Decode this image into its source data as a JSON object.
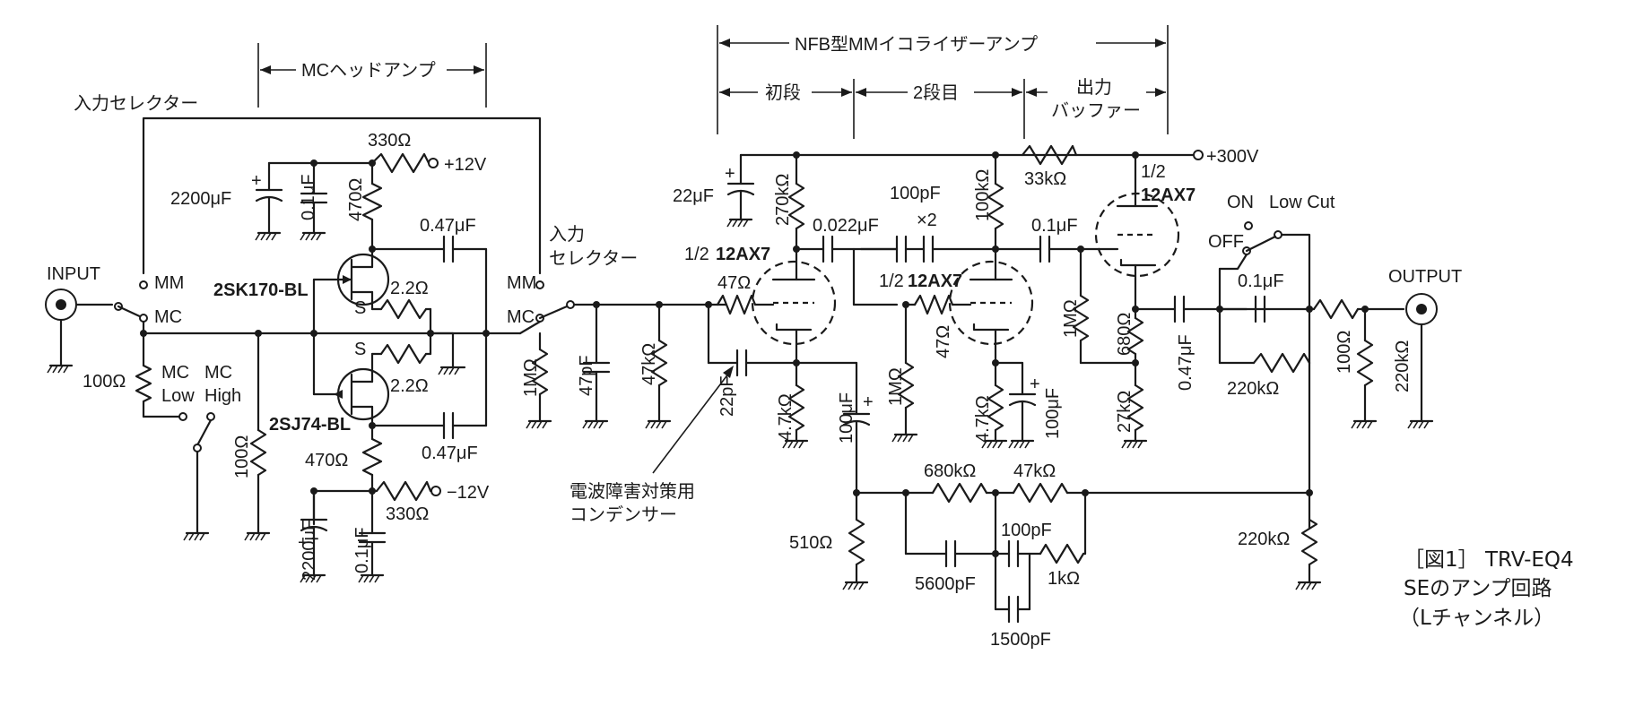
{
  "sections": {
    "mc_head_amp": "MCヘッドアンプ",
    "nfb_eq_amp": "NFB型MMイコライザーアンプ",
    "first_stage": "初段",
    "second_stage": "2段目",
    "output_buffer_1": "出力",
    "output_buffer_2": "バッファー",
    "input_selector_top": "入力セレクター",
    "input_selector_mid_1": "入力",
    "input_selector_mid_2": "セレクター"
  },
  "io": {
    "input": "INPUT",
    "output": "OUTPUT",
    "mm": "MM",
    "mc": "MC",
    "mm2": "MM",
    "mc2": "MC",
    "mc_low_1": "MC",
    "mc_low_2": "Low",
    "mc_high_1": "MC",
    "mc_high_2": "High",
    "on": "ON",
    "off": "OFF",
    "low_cut": "Low Cut",
    "s1": "S",
    "s2": "S"
  },
  "supplies": {
    "pos12": "+12V",
    "neg12": "−12V",
    "hv": "+300V"
  },
  "devices": {
    "q1": "2SK170-BL",
    "q2": "2SJ74-BL",
    "v1_a": "1/2",
    "v1_b": "12AX7",
    "v2_a": "1/2",
    "v2_b": "12AX7",
    "v3_a": "1/2",
    "v3_b": "12AX7"
  },
  "components": {
    "r330_top": "330Ω",
    "c2200_top": "2200μF",
    "c01_top": "0.1μF",
    "r470_top": "470Ω",
    "c047_top": "0.47μF",
    "r22_top": "2.2Ω",
    "r22_bot": "2.2Ω",
    "r100_in": "100Ω",
    "r100_gnd": "100Ω",
    "c047_bot": "0.47μF",
    "r470_bot": "470Ω",
    "r330_bot": "330Ω",
    "c2200_bot": "2200μF",
    "c01_bot": "0.1μF",
    "r1m_in": "1MΩ",
    "c47p": "47pF",
    "r47k_in": "47kΩ",
    "c22u": "22μF",
    "r270k": "270kΩ",
    "c0022": "0.022μF",
    "r47_g1": "47Ω",
    "c22p": "22pF",
    "r47k_k1": "4.7kΩ",
    "c100u_1": "100μF",
    "c100p_x2": "100pF",
    "x2": "×2",
    "r100k": "100kΩ",
    "c01_mid": "0.1μF",
    "r33k": "33kΩ",
    "r1m_g2": "1MΩ",
    "r47_g2": "47Ω",
    "r47k_k2": "4.7kΩ",
    "c100u_2": "100μF",
    "r1m_g3": "1MΩ",
    "r680": "680Ω",
    "r27k": "27kΩ",
    "c047_out": "0.47μF",
    "c01_out": "0.1μF",
    "r220k_lc": "220kΩ",
    "r100_out": "100Ω",
    "r220k_out": "220kΩ",
    "r680k": "680kΩ",
    "r47k_fb": "47kΩ",
    "r510": "510Ω",
    "c100p_fb": "100pF",
    "c5600p": "5600pF",
    "r1k": "1kΩ",
    "c1500p": "1500pF",
    "r220k_fb": "220kΩ",
    "emi_cap_1": "電波障害対策用",
    "emi_cap_2": "コンデンサー"
  },
  "caption": {
    "line1": "［図1］ TRV-EQ4",
    "line2": "SEのアンプ回路",
    "line3": "（Lチャンネル）"
  }
}
